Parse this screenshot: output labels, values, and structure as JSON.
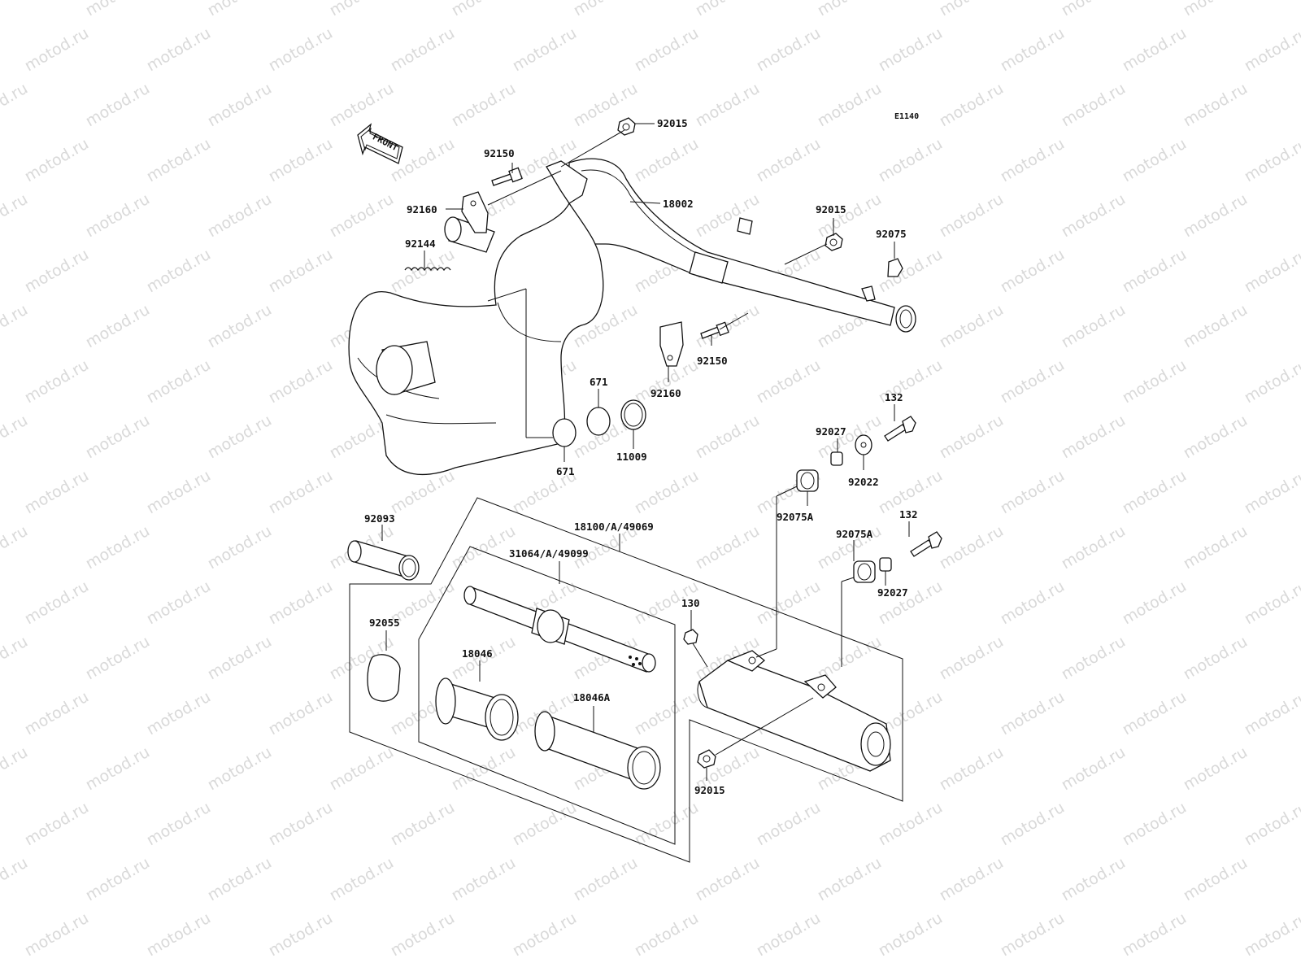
{
  "diagram_code": "E1140",
  "front_label": "FRONT",
  "watermark": "motod.ru",
  "labels": {
    "p92015_top": "92015",
    "p92150_top": "92150",
    "p92160_top": "92160",
    "p18002": "18002",
    "p92144": "92144",
    "p92015_right": "92015",
    "p92075": "92075",
    "p92150_mid": "92150",
    "p92160_mid": "92160",
    "p671_top": "671",
    "p671_bottom": "671",
    "p11009": "11009",
    "p132_top": "132",
    "p92027_top": "92027",
    "p92022": "92022",
    "p92075A_top": "92075A",
    "p92093": "92093",
    "p18100": "18100/A/49069",
    "p31064": "31064/A/49099",
    "p132_mid": "132",
    "p92075A_mid": "92075A",
    "p92027_mid": "92027",
    "p130": "130",
    "p92055": "92055",
    "p18046": "18046",
    "p18046A": "18046A",
    "p92015_bottom": "92015"
  }
}
